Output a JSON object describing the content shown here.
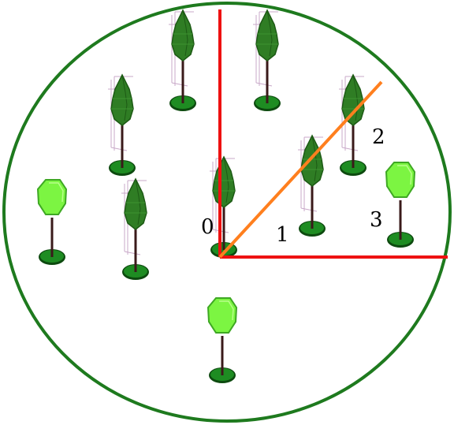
{
  "colors": {
    "boundary": "#1e7a1e",
    "axis": "#ee1111",
    "ray": "#ff7f1e",
    "conifer_foliage": "#2f7d24",
    "conifer_foliage_dark": "#1d5a15",
    "broadleaf_foliage": "#7cf542",
    "broadleaf_foliage_dark": "#3ea823",
    "base_disk": "#1e8c22",
    "base_disk_dark": "#0d4a0f",
    "trunk": "#3a1a1a",
    "wireframe": "#c8a8c8"
  },
  "icons": {
    "conifer": "conifer-tree-icon",
    "broadleaf": "broadleaf-tree-icon"
  },
  "labels": {
    "origin": "0",
    "one": "1",
    "two": "2",
    "three": "3"
  }
}
